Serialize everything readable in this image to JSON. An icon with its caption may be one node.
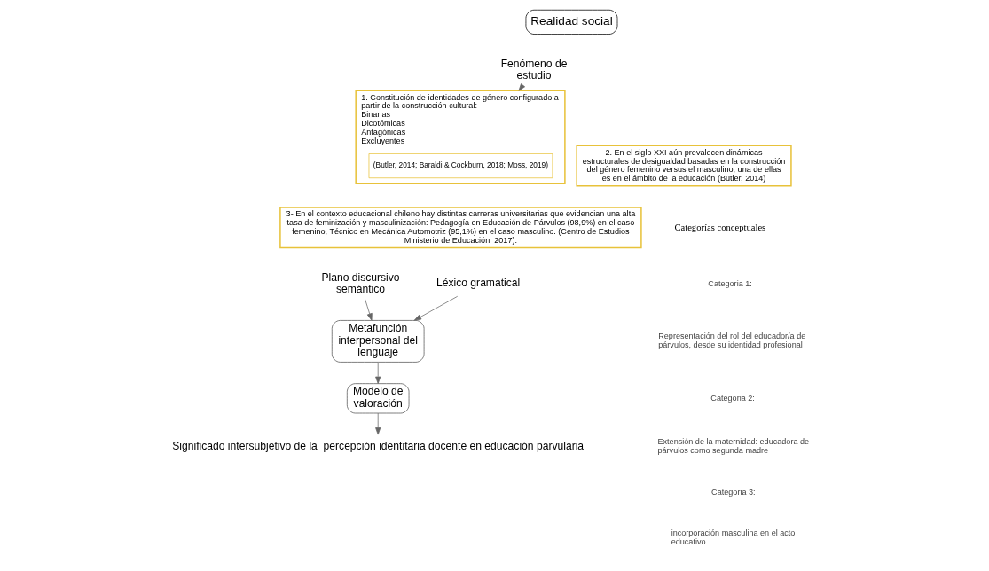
{
  "diagram": {
    "nodes": [
      {
        "text": [
          "Realidad social"
        ]
      },
      {
        "text": [
          "Fenómeno de estudio"
        ]
      },
      {
        "text": [
          "1. Constitución de identidades de género configurado a partir de la construcción cultural:",
          "Binarias",
          "Dicotómicas",
          "Antagónicas",
          "Excluyentes"
        ]
      },
      {
        "text": [
          "(Butler, 2014; Baraldi & Cockburn, 2018; Moss, 2019)"
        ],
        "in": 2
      },
      {
        "text": [
          "2. En el siglo XXI aún prevalecen dinámicas estructurales de desigualdad basadas en la construcción del género femenino versus el masculino, una de ellas es en el ámbito de la educación (Butler, 2014)"
        ]
      },
      {
        "text": [
          "3- En el contexto educacional chileno hay distintas carreras universitarias que evidencian una alta tasa de feminización y masculinización: Pedagogía en Educación de Párvulos (98,9%) en el caso femenino, Técnico en Mecánica Automotriz (95,1%) en el caso masculino. (Centro de Estudios Ministerio de Educación, 2017)."
        ]
      },
      {
        "text": [
          "Plano discursivo semántico"
        ]
      },
      {
        "text": [
          "Léxico gramatical"
        ]
      },
      {
        "text": [
          "Metafunción interpersonal del lenguaje"
        ]
      },
      {
        "text": [
          "Modelo de valoración"
        ]
      },
      {
        "text": [
          "Significado intersubjetivo de la  percepción identitaria docente en educación parvularia"
        ]
      }
    ],
    "edges": [
      {
        "from": 1,
        "to": 2,
        "arrow": "to"
      },
      {
        "from": 6,
        "to": 8,
        "arrow": "to"
      },
      {
        "from": 7,
        "to": 8,
        "arrow": "to"
      },
      {
        "from": 8,
        "to": 9,
        "arrow": "to"
      },
      {
        "from": 9,
        "to": 10,
        "arrow": "to"
      }
    ],
    "labels": [
      "Categorías conceptuales",
      "Categoria 1:",
      "Representación del rol del educador/a de párvulos, desde su identidad profesional",
      "Categoria 2:",
      "Extensión de la maternidad: educadora de párvulos como segunda madre",
      "Categoria 3:",
      "incorporación masculina en el acto educativo"
    ]
  }
}
